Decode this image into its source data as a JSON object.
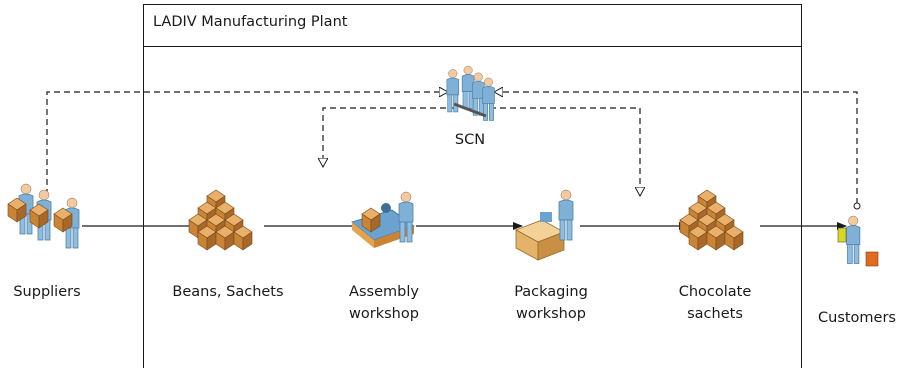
{
  "plant": {
    "title": "LADIV Manufacturing Plant"
  },
  "nodes": {
    "suppliers": {
      "label": "Suppliers"
    },
    "beans": {
      "label": "Beans, Sachets"
    },
    "assembly": {
      "label_line1": "Assembly",
      "label_line2": "workshop"
    },
    "packaging": {
      "label_line1": "Packaging",
      "label_line2": "workshop"
    },
    "chocolate": {
      "label_line1": "Chocolate",
      "label_line2": "sachets"
    },
    "customers": {
      "label": "Customers"
    },
    "scn": {
      "label": "SCN"
    }
  },
  "colors": {
    "box": "#d9963f",
    "box_dark": "#a8682a",
    "person": "#7fb1d6",
    "person_dark": "#4f7fa6",
    "skin": "#f2c9a0",
    "line": "#1a1a1a"
  }
}
